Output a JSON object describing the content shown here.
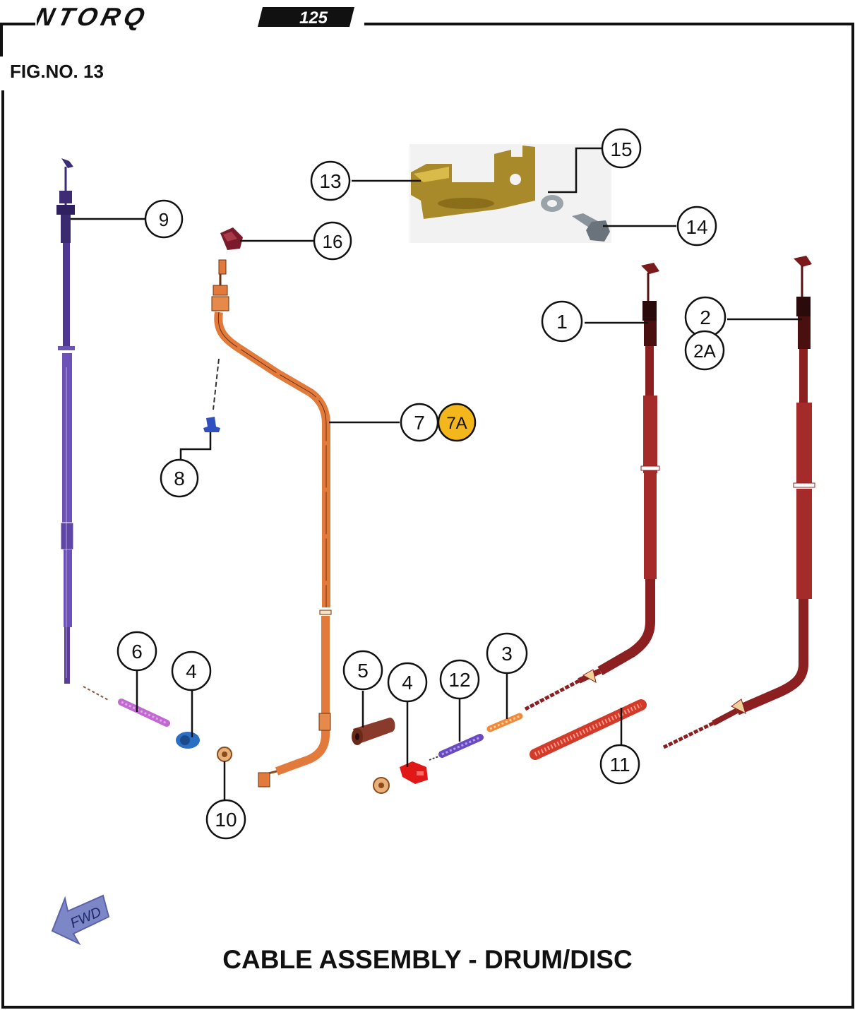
{
  "header": {
    "brand_logo_text": "NTORQ",
    "brand_logo_badge": "125",
    "figure_label": "FIG.NO. 13"
  },
  "title": "CABLE ASSEMBLY  - DRUM/DISC",
  "fwd_label": "FWD",
  "callouts": {
    "c1": "1",
    "c2": "2",
    "c2a": "2A",
    "c3": "3",
    "c4a": "4",
    "c4b": "4",
    "c5": "5",
    "c6": "6",
    "c7": "7",
    "c7a": "7A",
    "c8": "8",
    "c9": "9",
    "c10": "10",
    "c11": "11",
    "c12": "12",
    "c13": "13",
    "c14": "14",
    "c15": "15",
    "c16": "16"
  },
  "colors": {
    "border": "#111111",
    "cable_purple": "#5a3d9a",
    "cable_orange": "#e27a3c",
    "cable_red": "#8c1f1f",
    "spring_red": "#d23a2a",
    "bracket_gold": "#a88a2a",
    "bolt_gray": "#8a939c",
    "highlight_7a": "#f4b71b",
    "fwd_arrow": "#7d87c8"
  }
}
